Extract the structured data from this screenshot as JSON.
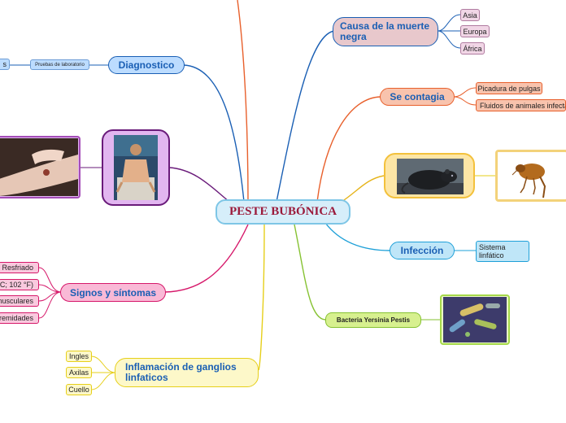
{
  "central": {
    "title": "PESTE BUBÓNICA"
  },
  "branches": {
    "causa": {
      "label": "Causa de la muerte negra",
      "children": [
        "Asia",
        "Europa",
        "África"
      ]
    },
    "contagia": {
      "label": "Se contagia",
      "children": [
        "Picadura de pulgas",
        "Fluidos de animales infecta"
      ]
    },
    "infeccion": {
      "label": "Infección",
      "children": [
        "Sistema linfático"
      ]
    },
    "bacteria": {
      "label": "Bacteria Yersinia Pestis"
    },
    "inflamacion": {
      "label": "Inflamación de ganglios linfaticos",
      "children": [
        "Ingles",
        "Axilas",
        "Cuello"
      ]
    },
    "signos": {
      "label": "Signos y síntomas",
      "children": [
        "Resfriado",
        "C; 102 °F)",
        "musculares",
        "remidades"
      ]
    },
    "diagnostico": {
      "label": "Diagnostico",
      "children": [
        "Pruebas de laboratorio",
        "s"
      ]
    }
  },
  "colors": {
    "causa": "#1a5fb4",
    "contagia": "#e8602c",
    "infeccion": "#1ea0d8",
    "bacteria": "#86c232",
    "inflamacion": "#e6cf1a",
    "signos": "#d6186a",
    "diagnostico": "#1a5fb4",
    "image": "#6a1b7a",
    "top": "#e8602c"
  },
  "icons": [
    "rat-photo",
    "flea-photo",
    "patient-photo",
    "limb-photo",
    "bacteria-photo"
  ]
}
